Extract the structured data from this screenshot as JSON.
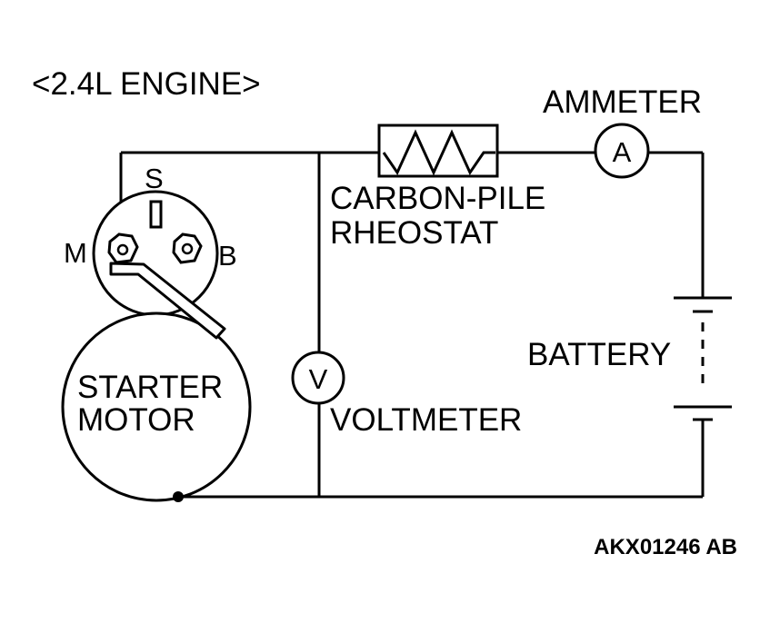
{
  "diagram": {
    "title": "<2.4L ENGINE>",
    "terminals": {
      "s": "S",
      "m": "M",
      "b": "B"
    },
    "starter_motor": {
      "line1": "STARTER",
      "line2": "MOTOR"
    },
    "rheostat": {
      "line1": "CARBON-PILE",
      "line2": "RHEOSTAT"
    },
    "ammeter": {
      "label": "AMMETER",
      "symbol": "A"
    },
    "voltmeter": {
      "label": "VOLTMETER",
      "symbol": "V"
    },
    "battery": {
      "label": "BATTERY"
    },
    "figure_code": "AKX01246 AB"
  }
}
